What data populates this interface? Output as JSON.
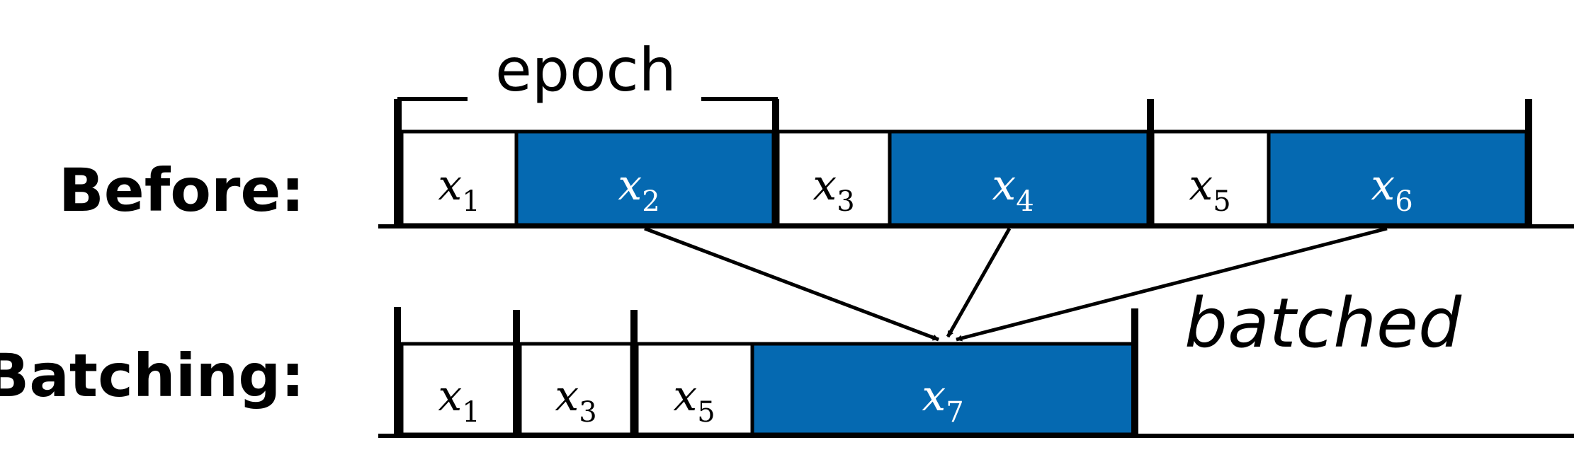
{
  "epoch_label": "epoch",
  "batched_label": "batched",
  "colors": {
    "filled": "#0569b1",
    "empty": "#ffffff",
    "line": "#000000",
    "text_on_fill": "#ffffff"
  },
  "rows": [
    {
      "label": "Before:",
      "cells": [
        {
          "var": "x",
          "sub": "1",
          "filled": false
        },
        {
          "var": "x",
          "sub": "2",
          "filled": true
        },
        {
          "var": "x",
          "sub": "3",
          "filled": false
        },
        {
          "var": "x",
          "sub": "4",
          "filled": true
        },
        {
          "var": "x",
          "sub": "5",
          "filled": false
        },
        {
          "var": "x",
          "sub": "6",
          "filled": true
        }
      ]
    },
    {
      "label": "Batching:",
      "cells": [
        {
          "var": "x",
          "sub": "1",
          "filled": false
        },
        {
          "var": "x",
          "sub": "3",
          "filled": false
        },
        {
          "var": "x",
          "sub": "5",
          "filled": false
        },
        {
          "var": "x",
          "sub": "7",
          "filled": true
        }
      ]
    }
  ]
}
